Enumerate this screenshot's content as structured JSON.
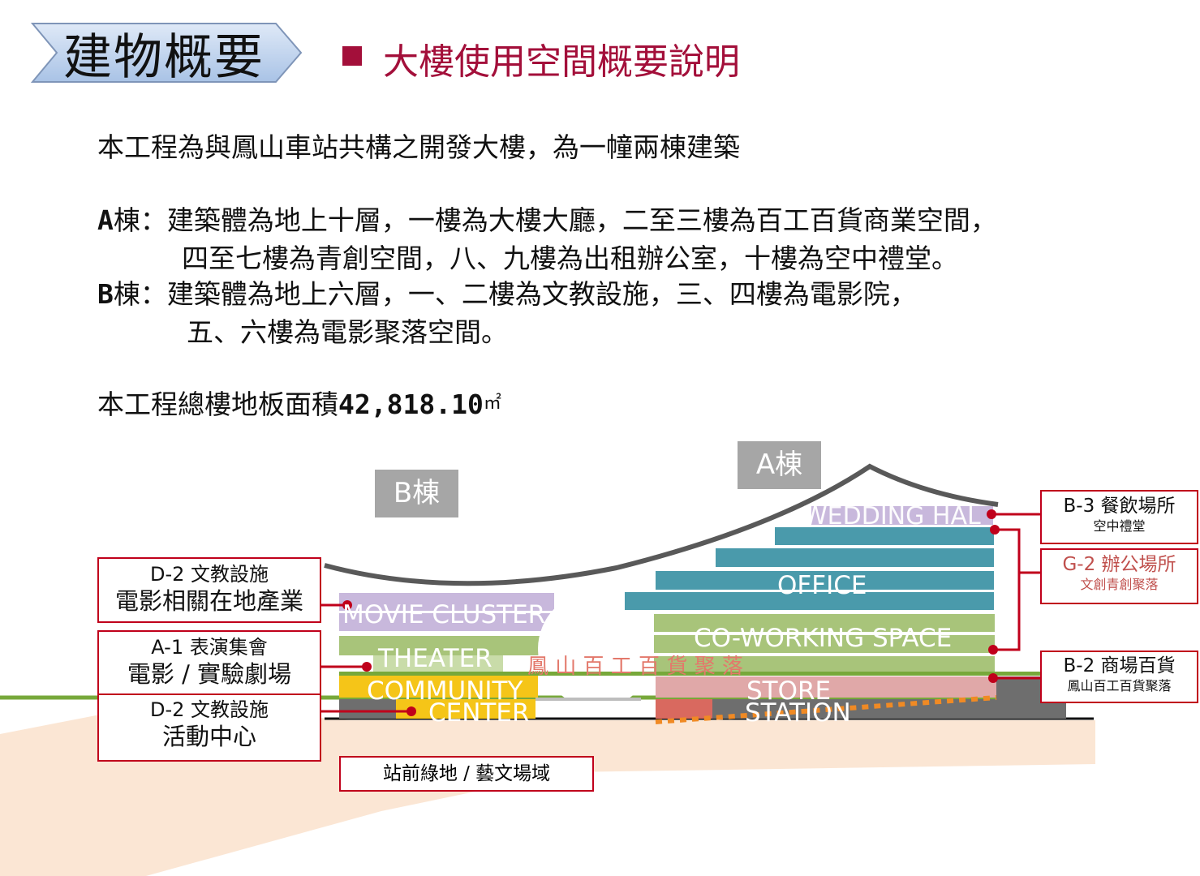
{
  "header": {
    "title": "建物概要",
    "subtitle": "大樓使用空間概要說明"
  },
  "body_text": {
    "intro": "本工程為與鳳山車站共構之開發大樓，為一幢兩棟建築",
    "a_label": "A",
    "a_line1": "棟：建築體為地上十層，一樓為大樓大廳，二至三樓為百工百貨商業空間，",
    "a_line2": "四至七樓為青創空間，八、九樓為出租辦公室，十樓為空中禮堂。",
    "b_label": "B",
    "b_line1": "棟：建築體為地上六層，一、二樓為文教設施，三、四樓為電影院，",
    "b_line2": "五、六樓為電影聚落空間。",
    "area_prefix": "本工程總樓地板面積",
    "area_value": "42,818.10",
    "area_unit": "㎡"
  },
  "diagram": {
    "tag_a": "A棟",
    "tag_b": "B棟",
    "floors": {
      "wedding": "WEDDING HAL",
      "office": "OFFICE",
      "coworking": "CO-WORKING  SPACE",
      "movie": "MOVIE CLUSTER",
      "theater": "THEATER",
      "community": "COMMUNITY",
      "center": "CENTER",
      "store": "STORE",
      "station": "STATION",
      "mall": "鳳 山 百 工 百 貨 聚 落"
    },
    "callouts_left": [
      {
        "top": "D-2 文教設施",
        "main": "電影相關在地產業"
      },
      {
        "top": "A-1 表演集會",
        "main": "電影 / 實驗劇場"
      },
      {
        "top": "D-2 文教設施",
        "main": "活動中心"
      }
    ],
    "callouts_right": [
      {
        "top": "B-3 餐飲場所",
        "sub": "空中禮堂"
      },
      {
        "top": "G-2 辦公場所",
        "sub": "文創青創聚落"
      },
      {
        "top": "B-2 商場百貨",
        "sub": "鳳山百工百貨聚落"
      }
    ],
    "ground_label": "站前綠地 / 藝文場域",
    "colors": {
      "brand_red": "#a30f3a",
      "callout_border": "#c0001b",
      "office_teal": "#4a9aab",
      "cowork_green": "#a8c47a",
      "movie_purple": "#c8b8dc",
      "community_yellow": "#f5c518",
      "store_pink": "#e0a8a8",
      "roof_gray": "#595959",
      "ground_peach": "#fbe6d4",
      "grass_green": "#77a83a"
    }
  }
}
